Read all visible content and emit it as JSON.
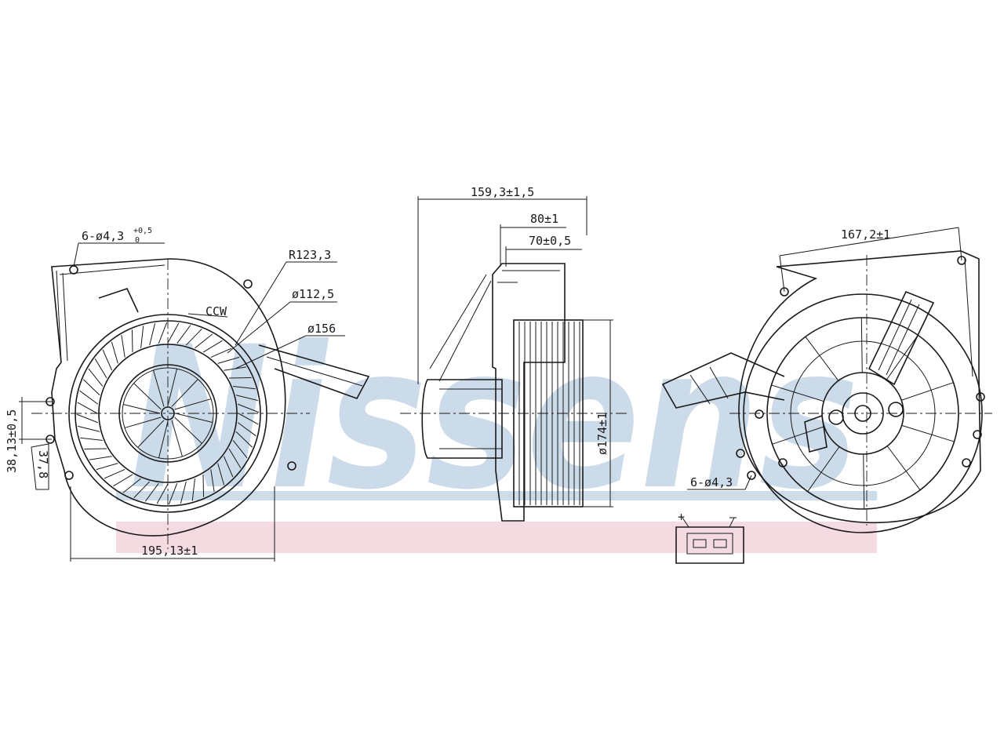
{
  "watermark": {
    "text": "Nissens",
    "blue": "#bcd0e2",
    "pink": "#f2d3dc"
  },
  "front_view": {
    "holes_label": "6-ø4,3",
    "holes_tol_upper": "+0,5",
    "holes_tol_lower": "0",
    "radius_label": "R123,3",
    "dia_inner_label": "ø112,5",
    "dia_outer_label": "ø156",
    "rotation_label": "CCW",
    "height_label": "38,13±0,5",
    "offset_label": "37,8",
    "width_label": "195,13±1"
  },
  "side_view": {
    "overall_label": "159,3±1,5",
    "depth1_label": "80±1",
    "depth2_label": "70±0,5",
    "diameter_label": "ø174±1"
  },
  "rear_view": {
    "span_label": "167,2±1",
    "holes_label": "6-ø4,3",
    "connector_plus": "+",
    "connector_minus": "–"
  }
}
